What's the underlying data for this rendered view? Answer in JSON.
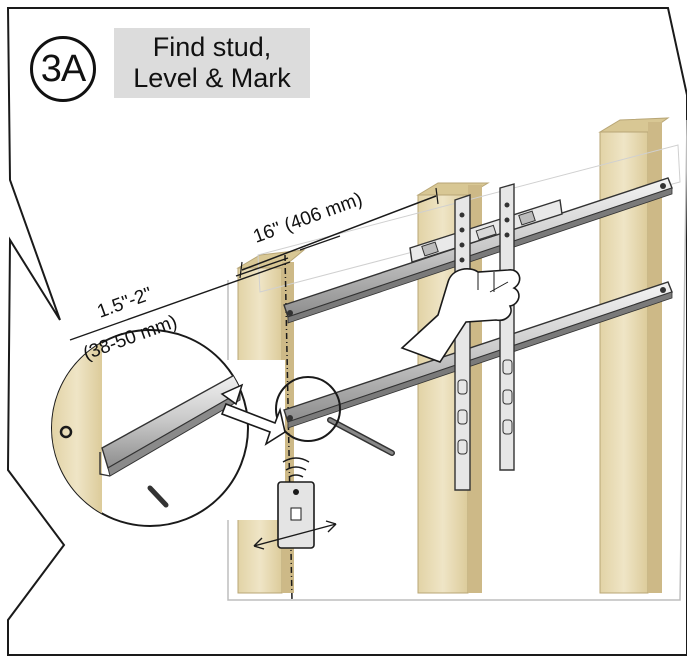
{
  "step": {
    "number": "3A",
    "title_line1": "Find stud,",
    "title_line2": "Level & Mark"
  },
  "dimensions": {
    "stud_spacing": "16\" (406 mm)",
    "edge_offset_imperial": "1.5\"-2\"",
    "edge_offset_metric": "(38-50 mm)"
  },
  "colors": {
    "wood": "#eadfbf",
    "wood_dark": "#d9c99c",
    "outline": "#1a1a1a",
    "title_background": "#dcdcdc"
  }
}
